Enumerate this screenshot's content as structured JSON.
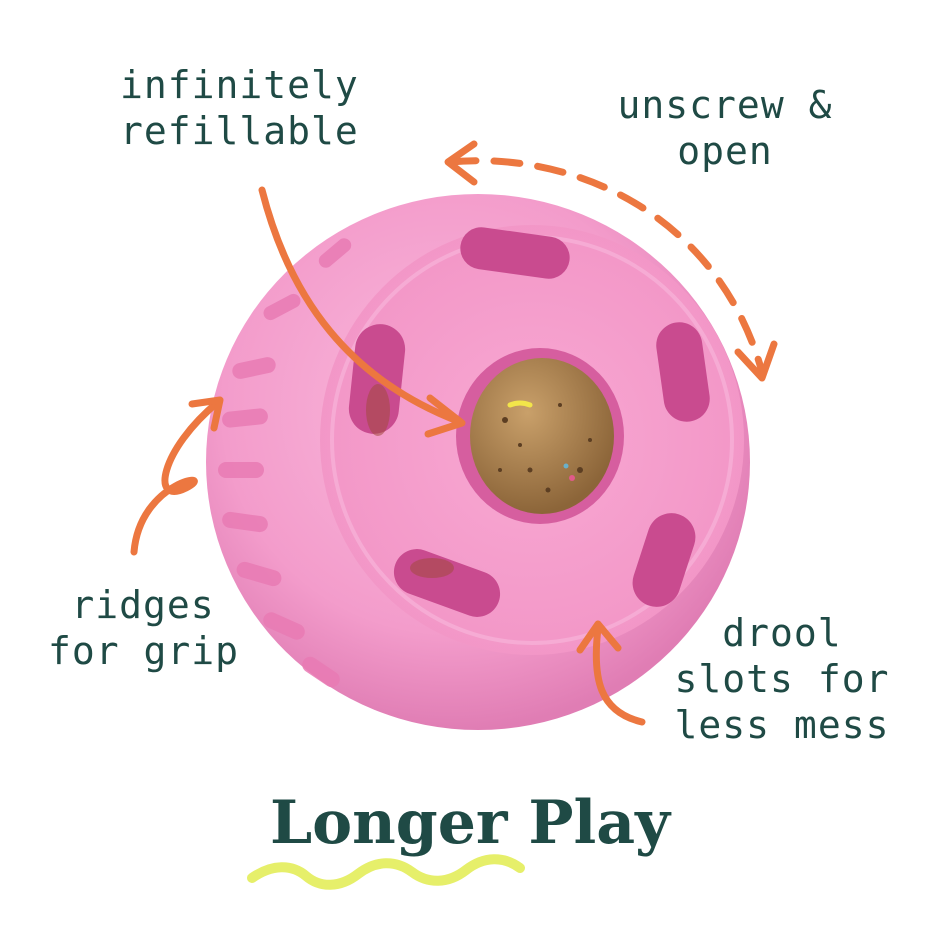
{
  "callouts": {
    "refillable": [
      "infinitely",
      "refillable"
    ],
    "unscrew": [
      "unscrew &",
      "open"
    ],
    "ridges": [
      "ridges",
      "for grip"
    ],
    "drool": [
      "drool",
      "slots for",
      "less mess"
    ]
  },
  "headline": "Longer Play",
  "colors": {
    "text": "#1f4a45",
    "arrow": "#ec7740",
    "ball": "#f39ccb",
    "squiggle": "#e6ef6a",
    "treat": "#a9814f"
  },
  "icons": [
    "dog-toy-ball-image",
    "treat-image",
    "arrow-icon",
    "squiggle-underline"
  ]
}
